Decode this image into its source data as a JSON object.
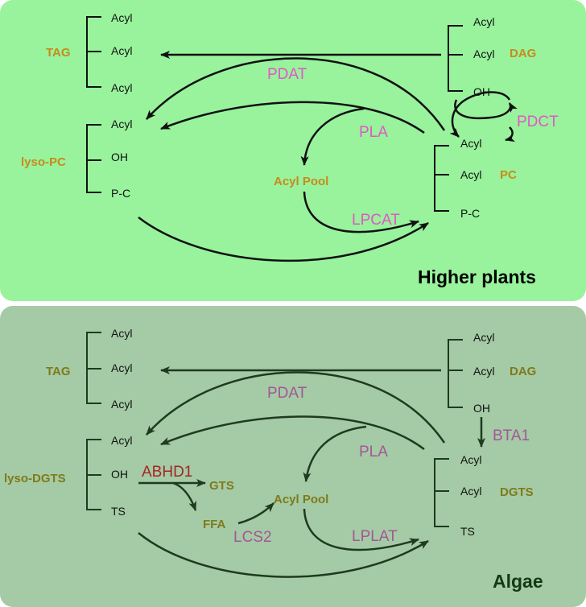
{
  "higher_plants": {
    "panel_title": "Higher plants",
    "tag": {
      "label": "TAG",
      "chains": [
        "Acyl",
        "Acyl",
        "Acyl"
      ]
    },
    "dag": {
      "label": "DAG",
      "chains": [
        "Acyl",
        "Acyl",
        "OH"
      ]
    },
    "lyso": {
      "label": "lyso-PC",
      "chains": [
        "Acyl",
        "OH",
        "P-C"
      ]
    },
    "pc": {
      "label": "PC",
      "chains": [
        "Acyl",
        "Acyl",
        "P-C"
      ]
    },
    "acyl_pool": "Acyl Pool",
    "enzymes": {
      "pdat": "PDAT",
      "pdct": "PDCT",
      "pla": "PLA",
      "lpcat": "LPCAT"
    }
  },
  "algae": {
    "panel_title": "Algae",
    "tag": {
      "label": "TAG",
      "chains": [
        "Acyl",
        "Acyl",
        "Acyl"
      ]
    },
    "dag": {
      "label": "DAG",
      "chains": [
        "Acyl",
        "Acyl",
        "OH"
      ]
    },
    "lyso": {
      "label": "lyso-DGTS",
      "chains": [
        "Acyl",
        "OH",
        "TS"
      ]
    },
    "dgts": {
      "label": "DGTS",
      "chains": [
        "Acyl",
        "Acyl",
        "TS"
      ]
    },
    "acyl_pool": "Acyl Pool",
    "gts": "GTS",
    "ffa": "FFA",
    "enzymes": {
      "pdat": "PDAT",
      "bta1": "BTA1",
      "pla": "PLA",
      "abhd1": "ABHD1",
      "lcs2": "LCS2",
      "lplat": "LPLAT"
    }
  },
  "colors": {
    "top_background": "#98f39c",
    "bottom_background": "#a4cba5",
    "top_lipid_label": "#c78a1e",
    "top_enzyme": "#e356c8",
    "top_line": "#111111",
    "bottom_lipid_label": "#7f7a1c",
    "bottom_enzyme": "#a5559a",
    "bottom_enzyme_abhd1": "#a52525",
    "bottom_line": "#1f3a1f",
    "bottom_title": "#153815"
  }
}
